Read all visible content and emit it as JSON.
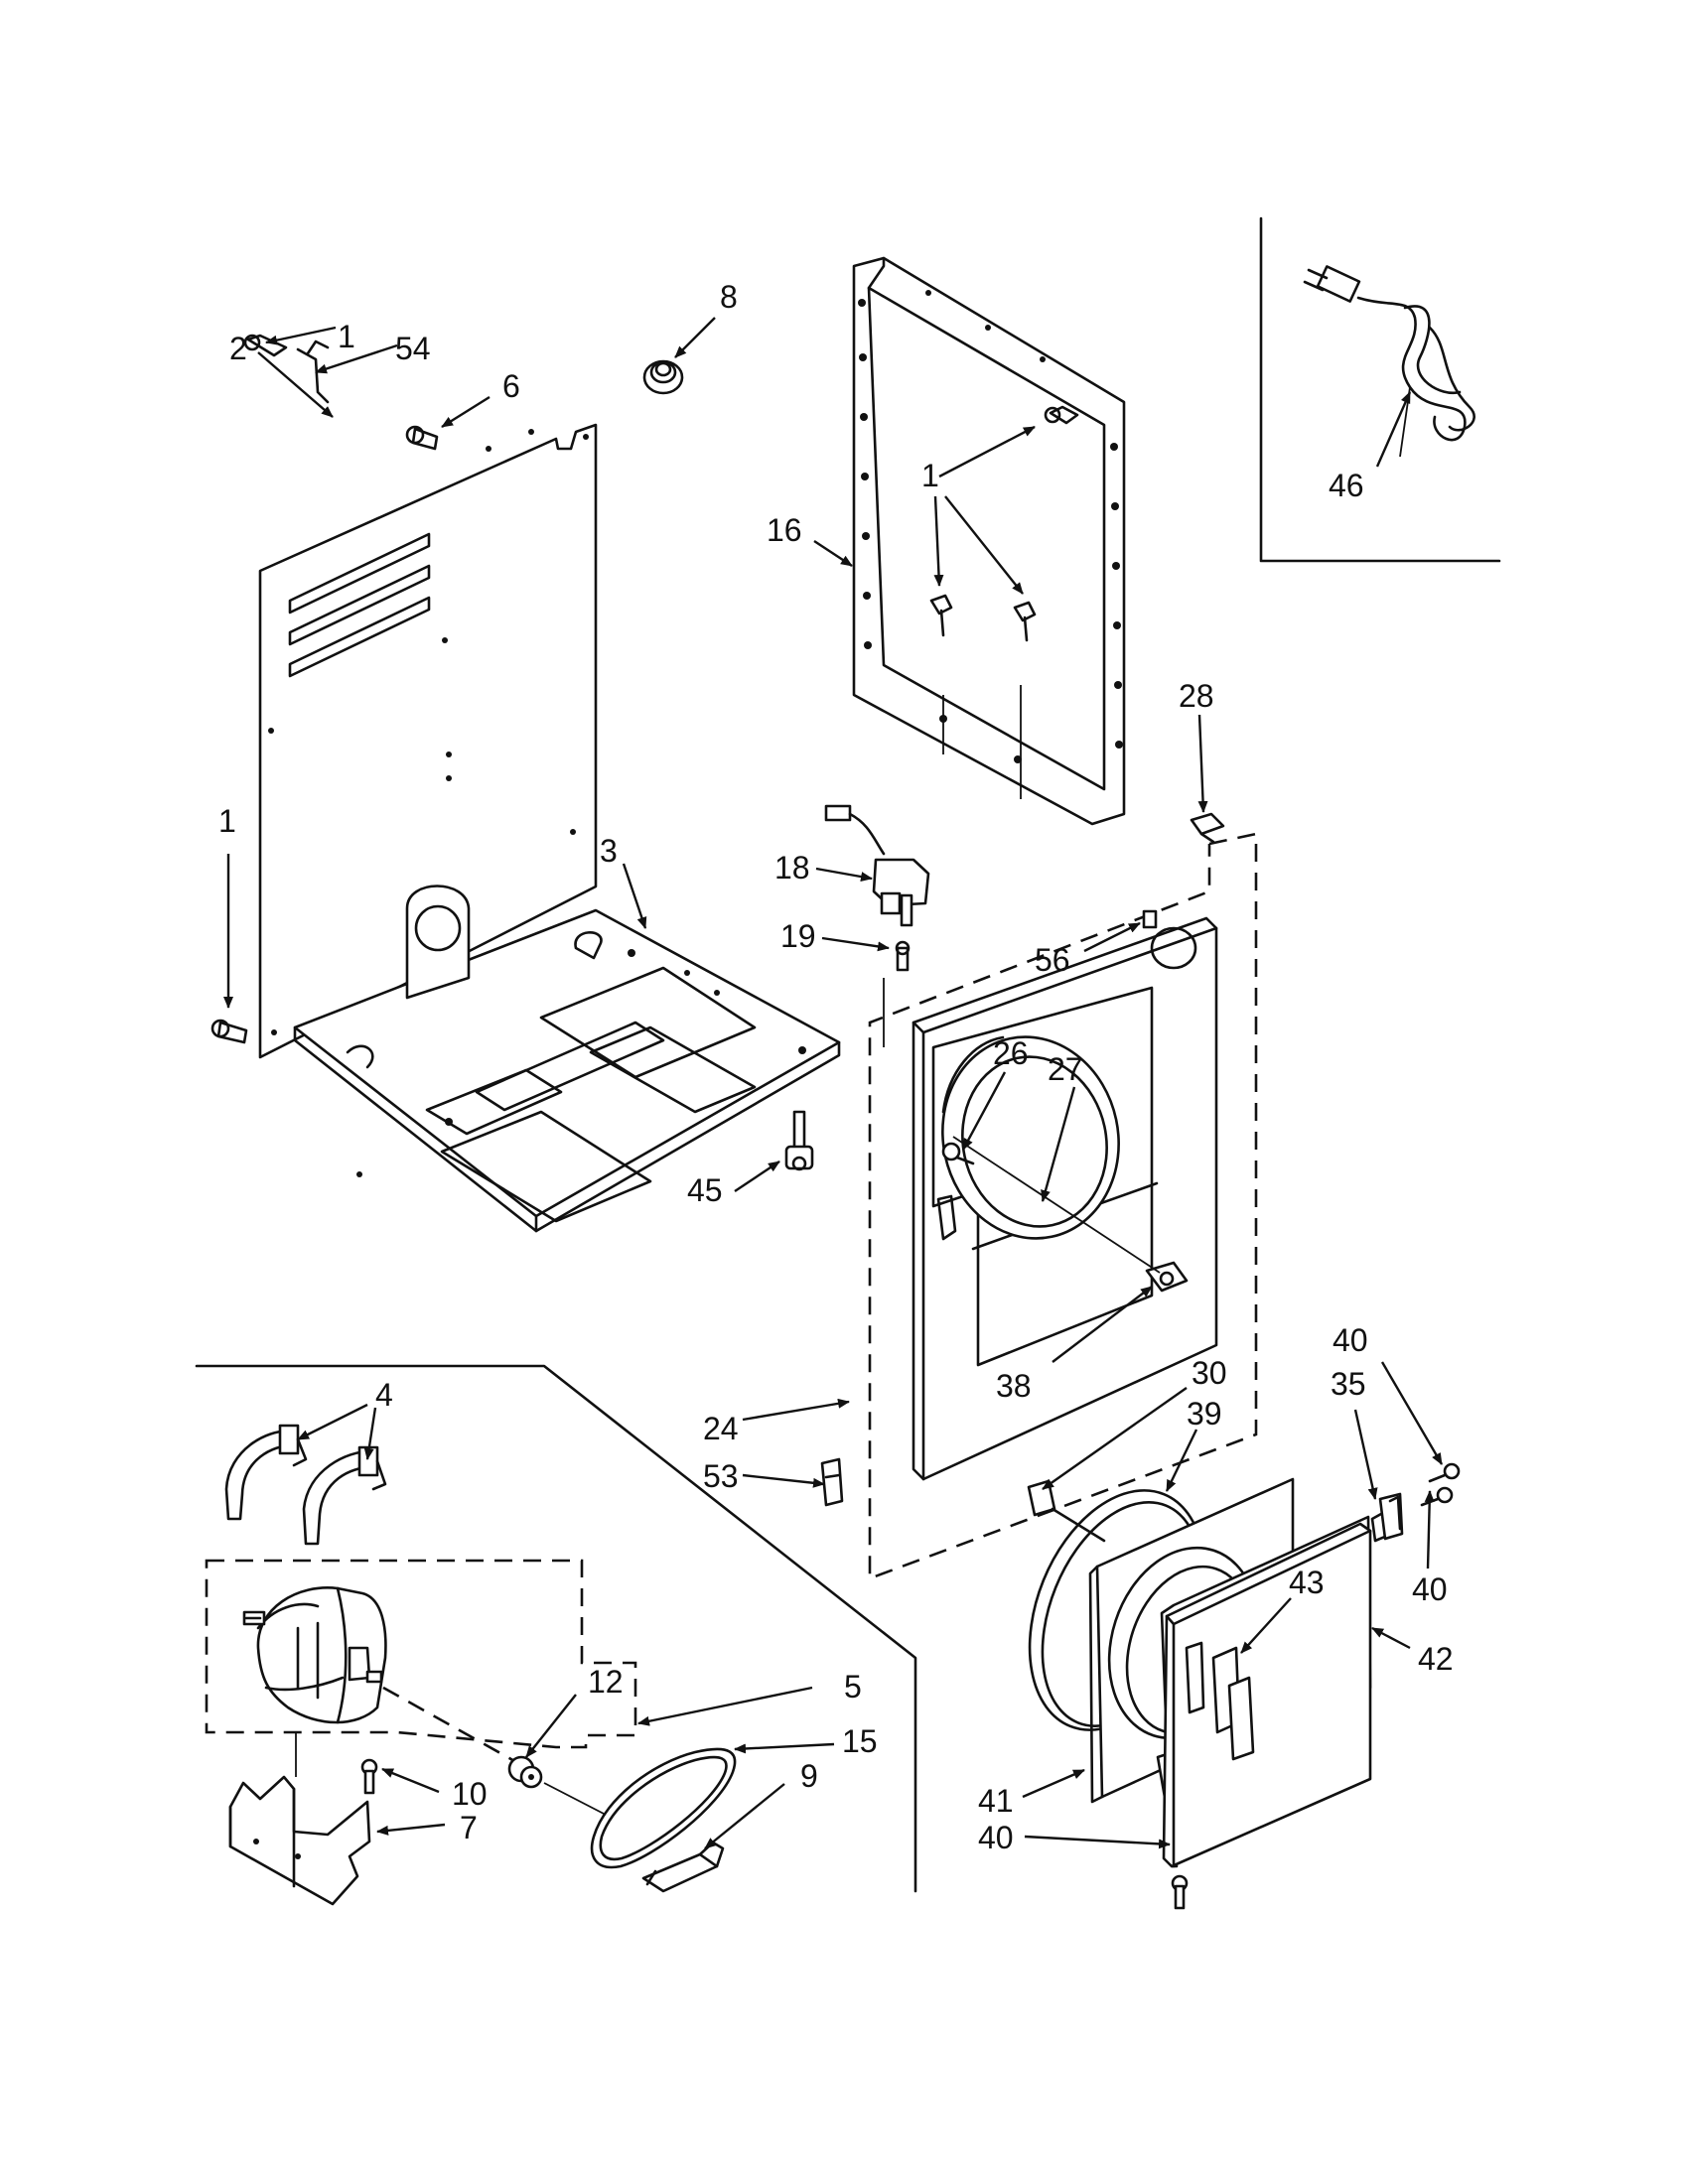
{
  "callouts": {
    "c1_top": "1",
    "c54": "54",
    "c6": "6",
    "c2": "2",
    "c8": "8",
    "c1_frame": "1",
    "c16": "16",
    "c46": "46",
    "c28": "28",
    "c1_left": "1",
    "c3": "3",
    "c18": "18",
    "c19": "19",
    "c56": "56",
    "c26": "26",
    "c27": "27",
    "c45": "45",
    "c38": "38",
    "c4": "4",
    "c30": "30",
    "c39": "39",
    "c40_top": "40",
    "c35": "35",
    "c24": "24",
    "c53": "53",
    "c12": "12",
    "c5": "5",
    "c15": "15",
    "c43": "43",
    "c40_right": "40",
    "c42": "42",
    "c10": "10",
    "c9": "9",
    "c7": "7",
    "c41": "41",
    "c40_bottom": "40"
  }
}
